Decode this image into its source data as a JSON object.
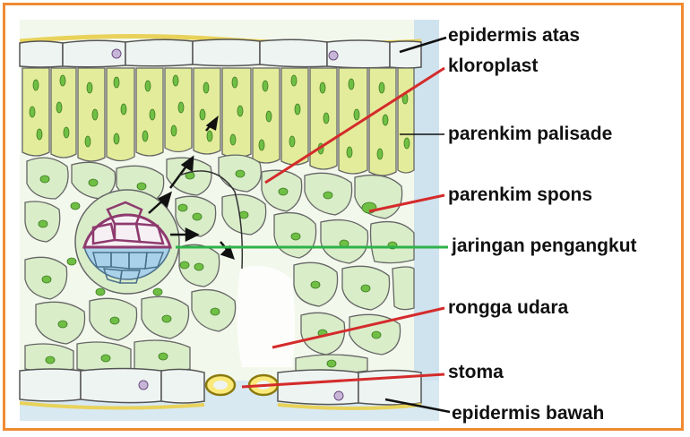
{
  "labels": [
    "epidermis atas",
    "kloroplast",
    "parenkim palisade",
    "parenkim spons",
    "jaringan pengangkut",
    "rongga udara",
    "stoma",
    "epidermis bawah"
  ],
  "colors": {
    "frame": "#f08a32",
    "leader_black": "#111111",
    "leader_red": "#d42b2b",
    "leader_green": "#2fb24a",
    "palisade": "#e3ec9a",
    "spongy": "#d9edc9",
    "chloroplast": "#6fbf44",
    "xylem": "#8e3a6e",
    "phloem": "#a9d2ea",
    "epidermis": "#eef4f2",
    "cuticle": "#e8d25a",
    "background": "#f3f8ec",
    "blue_margin": "#6aa9d8"
  },
  "icons": [
    "arrow-icon"
  ]
}
